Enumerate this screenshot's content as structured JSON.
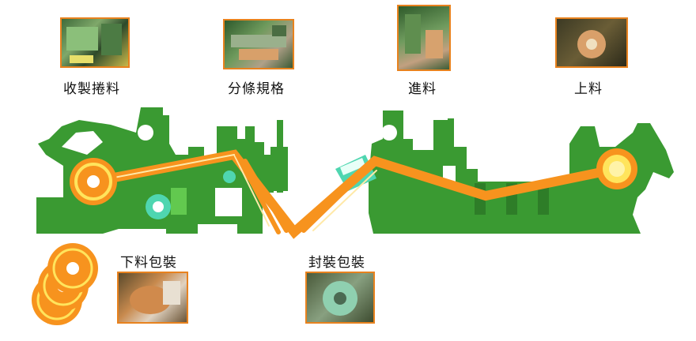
{
  "steps": {
    "rewind": {
      "label": "收製捲料",
      "photo_icon": "slitter-rewinder-photo"
    },
    "slitting": {
      "label": "分條規格",
      "photo_icon": "slitting-machine-photo"
    },
    "feeding": {
      "label": "進料",
      "photo_icon": "feeding-line-photo"
    },
    "loading": {
      "label": "上料",
      "photo_icon": "copper-coil-photo"
    },
    "unload_pack": {
      "label": "下料包裝",
      "photo_icon": "coil-unloading-photo"
    },
    "seal_pack": {
      "label": "封裝包裝",
      "photo_icon": "wrapped-coil-photo"
    }
  },
  "colors": {
    "machine": "#3a9a32",
    "strip": "#f7931e",
    "coil_core": "#ffe45c",
    "photo_border": "#e8821e",
    "accent_cyan": "#4fd6b0"
  }
}
